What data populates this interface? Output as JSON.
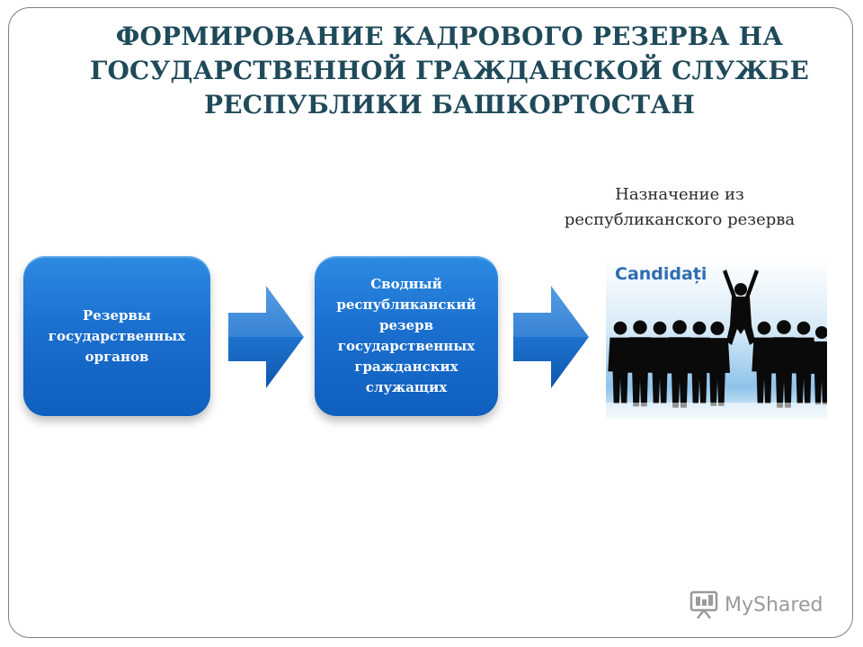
{
  "title": {
    "line1": "ФОРМИРОВАНИЕ КАДРОВОГО РЕЗЕРВА НА",
    "line2": "ГОСУДАРСТВЕННОЙ ГРАЖДАНСКОЙ СЛУЖБЕ",
    "line3": "РЕСПУБЛИКИ БАШКОРТОСТАН"
  },
  "caption": {
    "line1": "Назначение из",
    "line2": "республиканского резерва"
  },
  "boxes": [
    {
      "lines": [
        "Резервы",
        "государственных",
        "органов"
      ]
    },
    {
      "lines": [
        "Сводный",
        "республиканский",
        "резерв",
        "государственных",
        "гражданских",
        "служащих"
      ]
    }
  ],
  "picture": {
    "label": "Candidați"
  },
  "watermark": {
    "brand": "MyShared",
    "icon": "presentation-icon"
  },
  "colors": {
    "title": "#1f4a5a",
    "box_blue": "#1b6fcf",
    "arrow_blue": "#1e73d0"
  }
}
